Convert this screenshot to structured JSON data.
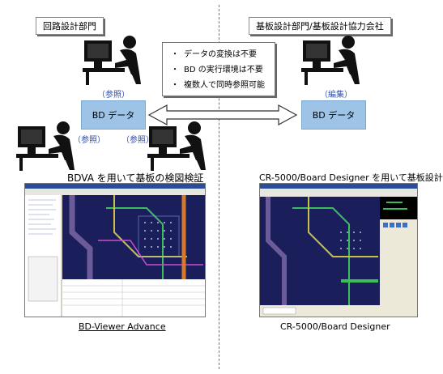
{
  "left": {
    "department": "回路設計部門",
    "bd_box": "BD データ",
    "ref_top": "（参照）",
    "ref_bottom_left": "（参照）",
    "ref_bottom_right": "（参照）",
    "title": "BDVA を用いて基板の検図検証",
    "caption": "BD-Viewer Advance"
  },
  "right": {
    "department": "基板設計部門/基板設計協力会社",
    "bd_box": "BD データ",
    "edit": "（編集）",
    "title": "CR-5000/Board Designer を用いて基板設計",
    "caption": "CR-5000/Board Designer"
  },
  "notes": [
    "データの変換は不要",
    "BD の実行環境は不要",
    "複数人で同時参照可能"
  ],
  "note_bullet": "・",
  "colors": {
    "bd_box": "#9dc3e6",
    "ref_text": "#2f4fb0",
    "pcb_background": "#1a1f5c"
  }
}
